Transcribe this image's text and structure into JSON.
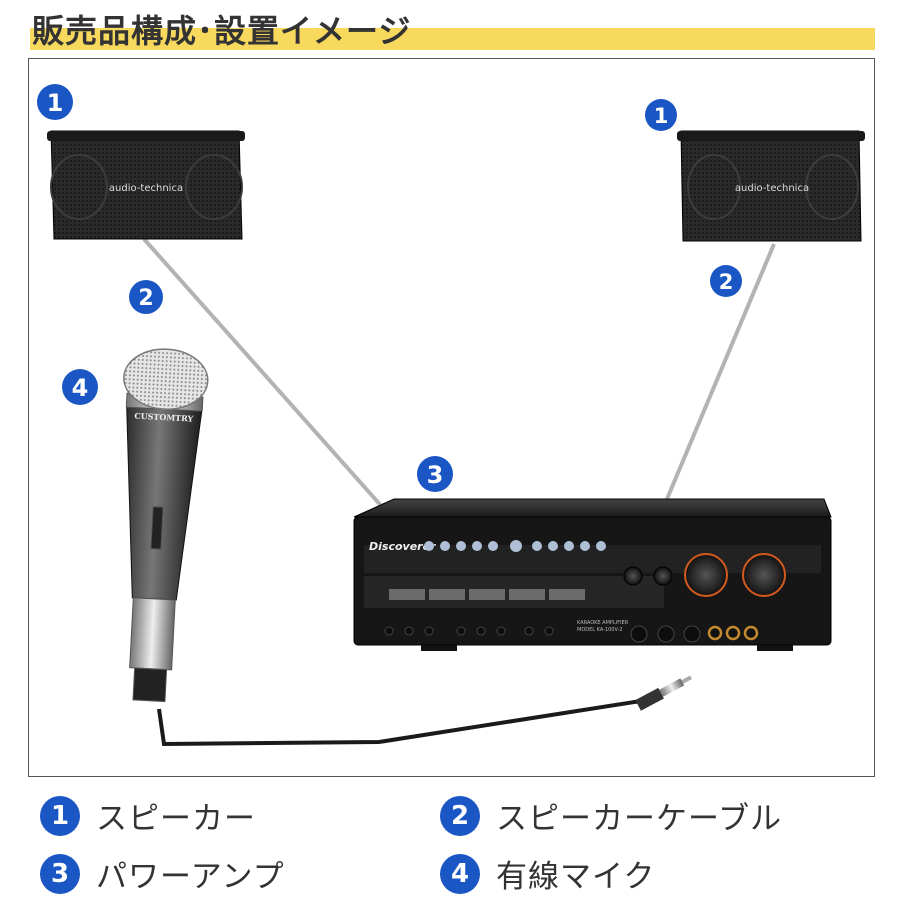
{
  "title": "販売品構成･設置イメージ",
  "diagram": {
    "speaker_brand": "audio-technica",
    "amp_brand": "Discoverer",
    "mic_brand": "CUSTOMTRY",
    "amp_model_line1": "KARAOKE AMPLIFIER",
    "amp_model_line2": "MODEL KA-100V-2",
    "markers": {
      "speaker_left": "1",
      "speaker_right": "1",
      "cable_left": "2",
      "cable_right": "2",
      "amp": "3",
      "mic": "4"
    }
  },
  "legend": [
    {
      "num": "1",
      "label": "スピーカー"
    },
    {
      "num": "2",
      "label": "スピーカーケーブル"
    },
    {
      "num": "3",
      "label": "パワーアンプ"
    },
    {
      "num": "4",
      "label": "有線マイク"
    }
  ],
  "colors": {
    "highlight": "#f7d95e",
    "marker": "#1a56c4"
  }
}
